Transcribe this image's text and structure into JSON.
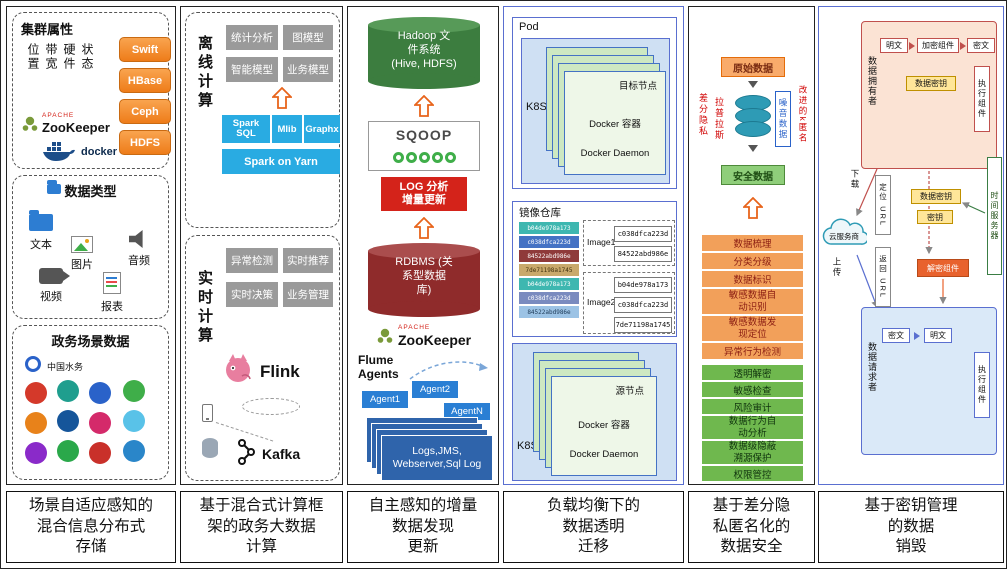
{
  "captions": [
    "场景自适应感知的\n混合信息分布式\n存储",
    "基于混合式计算框\n架的政务大数据\n计算",
    "自主感知的增量\n数据发现\n更新",
    "负载均衡下的\n数据透明\n迁移",
    "基于差分隐\n私匿名化的\n数据安全",
    "基于密钥管理\n的数据\n销毁"
  ],
  "p1": {
    "cluster_title": "集群属性",
    "attrs": [
      "位置",
      "带宽",
      "硬件",
      "状态"
    ],
    "stores": [
      "Swift",
      "HBase",
      "Ceph",
      "HDFS"
    ],
    "apache": "APACHE",
    "zookeeper": "ZooKeeper",
    "docker": "docker",
    "datatype_title": "数据类型",
    "datatypes": [
      "文本",
      "图片",
      "音频",
      "视频",
      "报表"
    ],
    "gov_title": "政务场景数据",
    "gov_logo": "中国水务"
  },
  "p2": {
    "offline_title": "离线计算",
    "offline_models": [
      "统计分析",
      "图模型",
      "智能模型",
      "业务模型"
    ],
    "spark_components": [
      "Spark SQL",
      "Mlib",
      "Graphx"
    ],
    "spark_yarn": "Spark on Yarn",
    "realtime_title": "实时计算",
    "realtime_models": [
      "异常检测",
      "实时推荐",
      "实时决策",
      "业务管理"
    ],
    "flink": "Flink",
    "kafka": "Kafka"
  },
  "p3": {
    "hadoop": "Hadoop 文\n件系统\n(Hive, HDFS)",
    "sqoop": "SQOOP",
    "log_update": "LOG 分析\n增量更新",
    "rdbms": "RDBMS (关\n系型数据\n库)",
    "apache": "APACHE",
    "zookeeper": "ZooKeeper",
    "flume": "Flume\nAgents",
    "agents": [
      "Agent1",
      "Agent2",
      "AgentN"
    ],
    "logs": "Logs,JMS,\nWebserver,Sql Log"
  },
  "p4": {
    "pod": "Pod",
    "k8s": "K8S",
    "target_node": "目标节点",
    "docker_container": "Docker 容器",
    "docker_daemon": "Docker Daemon",
    "registry_title": "镜像仓库",
    "layer_hashes": [
      "b04de978a173",
      "c038dfca223d",
      "84522abd986e",
      "7de71198a1745",
      "b04de978a173",
      "c038dfca223d",
      "84522abd986e"
    ],
    "image1_label": "Image1",
    "image1_hashes": [
      "c038dfca223d",
      "84522abd986e"
    ],
    "image2_label": "Image2",
    "image2_hashes": [
      "b04de978a173",
      "c038dfca223d",
      "7de71198a1745"
    ],
    "source_node": "源节点"
  },
  "p5": {
    "raw_data": "原始数据",
    "dp_label1": "差分隐私",
    "dp_label2": "拉普拉斯",
    "noise_data": "噪音数据",
    "k_anonymity": "改进的k匿名",
    "safe_data": "安全数据",
    "orange_items": [
      "数据梳理",
      "分类分级",
      "数据标识",
      "敏感数据自\n动识别",
      "敏感数据发\n现定位",
      "异常行为检测"
    ],
    "green_items": [
      "透明解密",
      "敏感检查",
      "风险审计",
      "数据行为自\n动分析",
      "数据级隐蔽\n溯源保护",
      "权限管控"
    ]
  },
  "p6": {
    "owner": "数据拥有者",
    "plaintext": "明文",
    "ciphertext": "密文",
    "encrypt_comp": "加密组件",
    "exec_comp": "执行组件",
    "data_key": "数据密钥",
    "key": "密钥",
    "download": "下载",
    "upload": "上传",
    "cloud": "云服务商",
    "locate_url": "定位 URL",
    "return_url": "返回 URL",
    "time_server": "时间服务器",
    "decrypt_comp": "解密组件",
    "requester": "数据请求者"
  }
}
